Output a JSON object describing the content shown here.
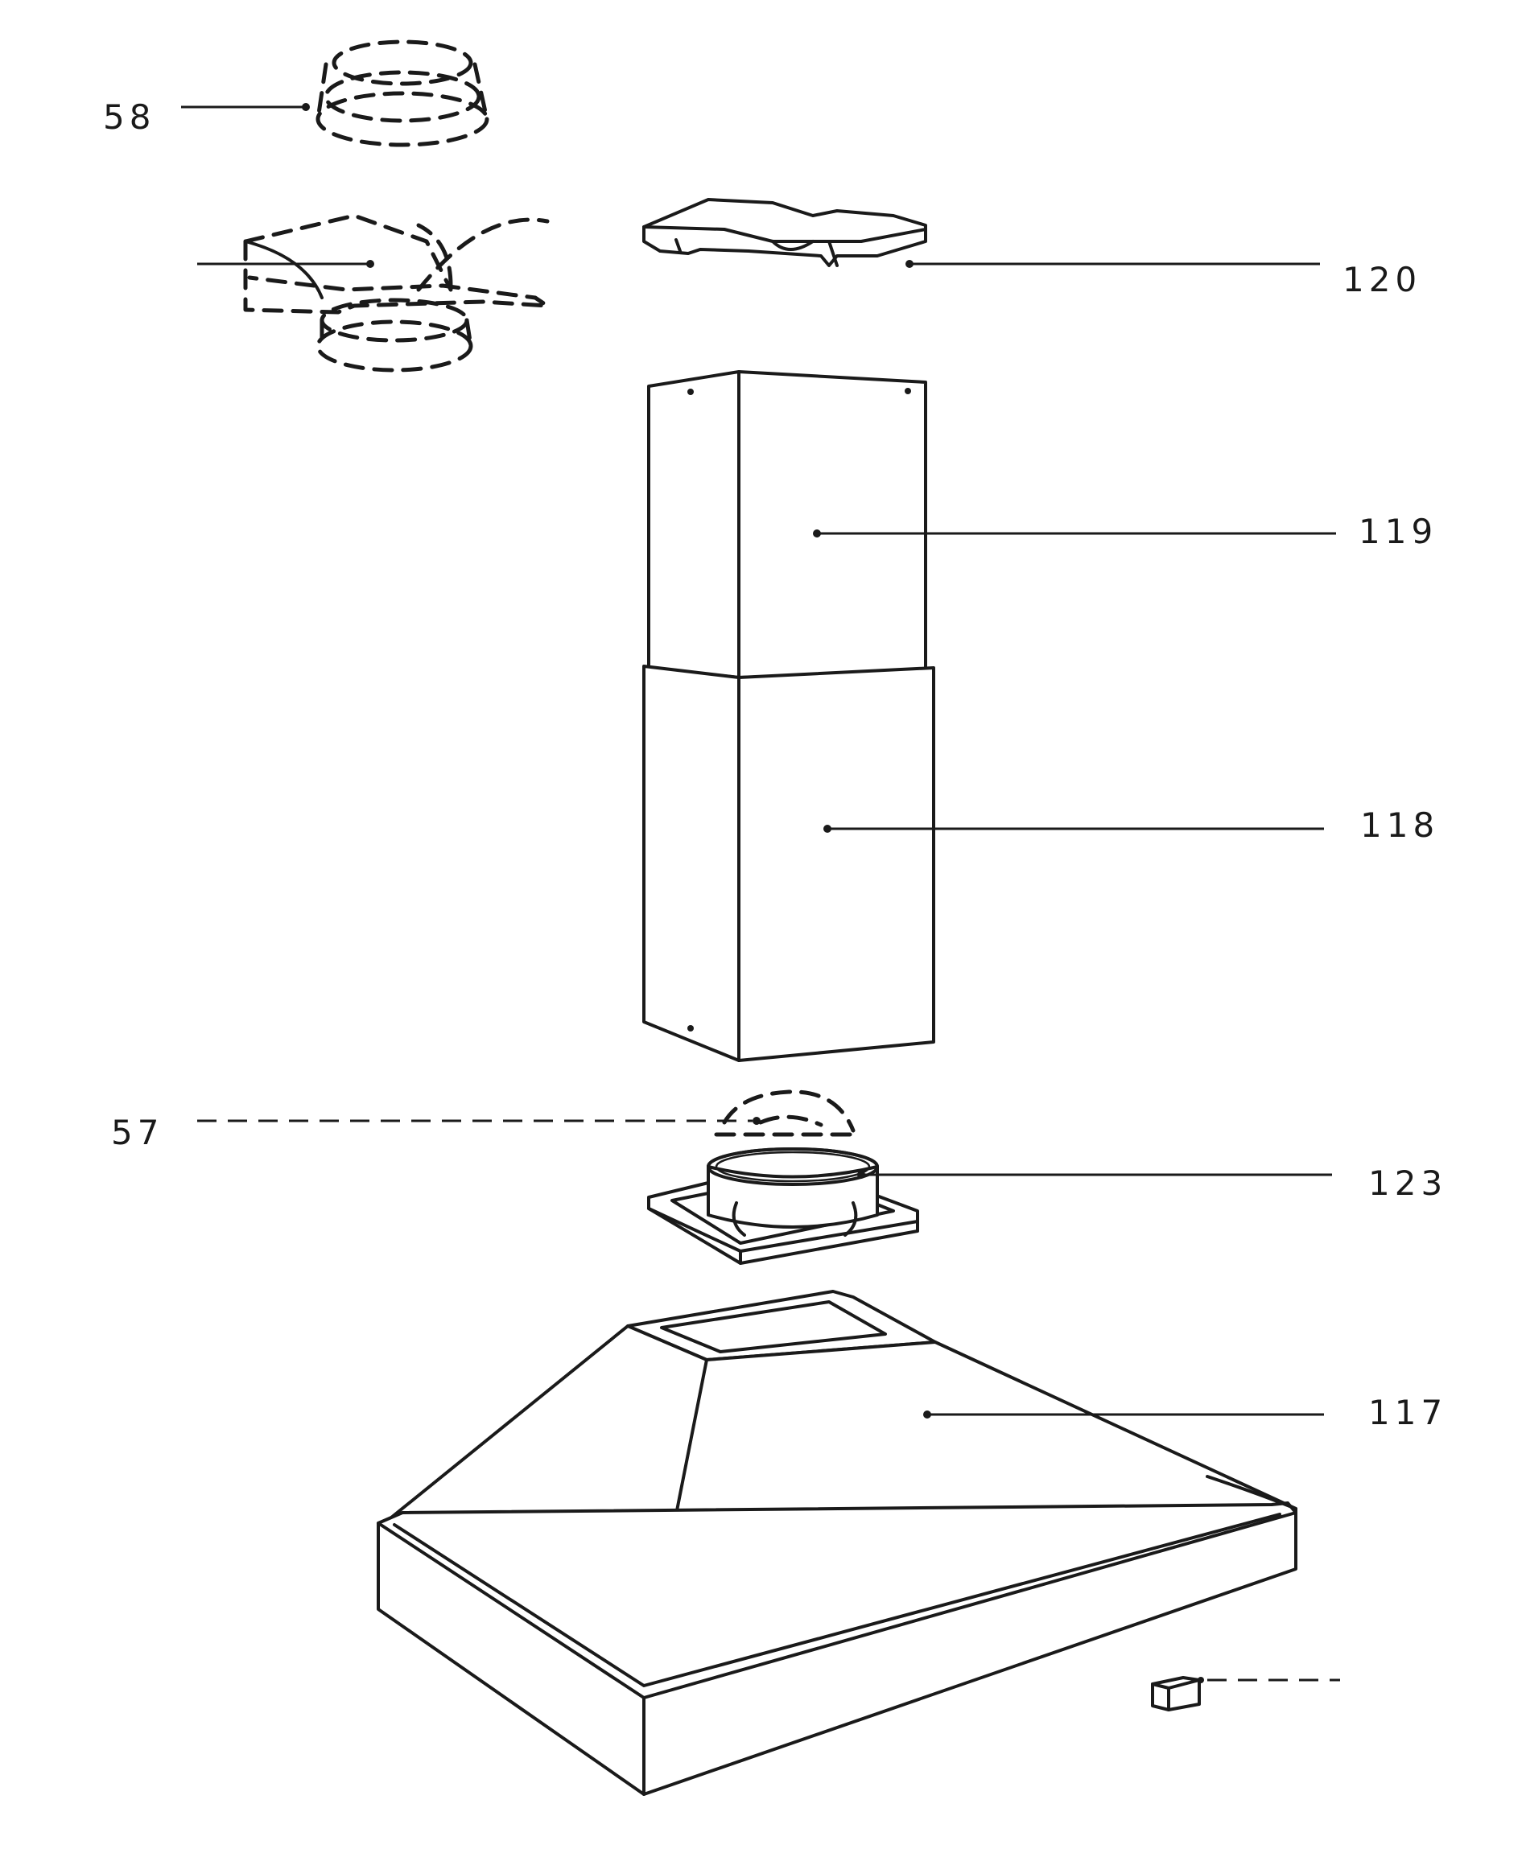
{
  "diagram": {
    "callouts": [
      {
        "id": "58",
        "label": "58"
      },
      {
        "id": "120",
        "label": "120"
      },
      {
        "id": "119",
        "label": "119"
      },
      {
        "id": "118",
        "label": "118"
      },
      {
        "id": "57",
        "label": "57"
      },
      {
        "id": "123",
        "label": "123"
      },
      {
        "id": "117",
        "label": "117"
      }
    ],
    "colors": {
      "line": "#1a1a1a",
      "background": "#ffffff"
    }
  }
}
